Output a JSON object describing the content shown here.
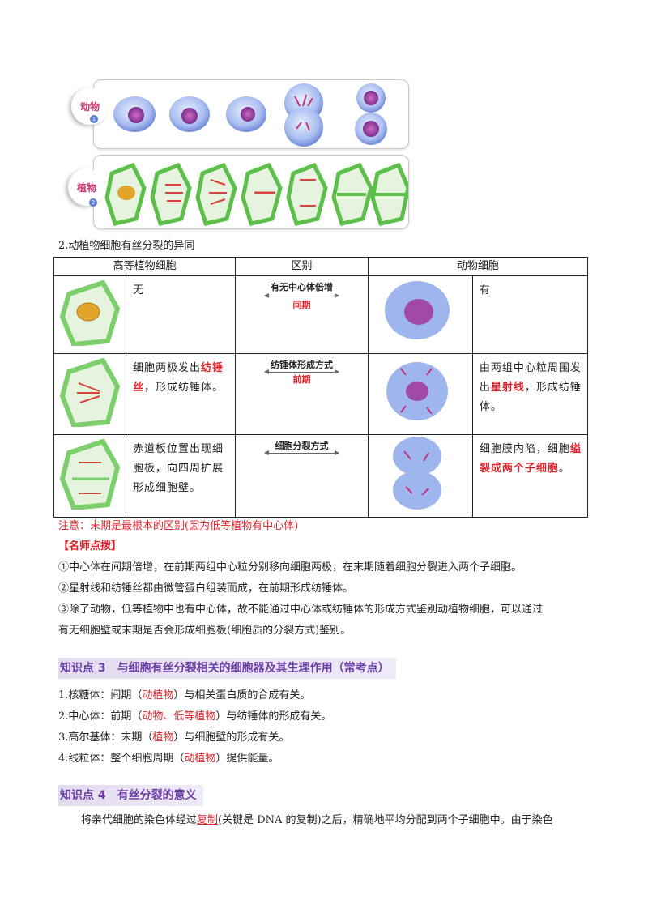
{
  "figure": {
    "animal_label": "动物",
    "animal_num": "1",
    "plant_label": "植物",
    "plant_num": "2"
  },
  "section2_title": "2.动植物细胞有丝分裂的异同",
  "table": {
    "headers": [
      "高等植物细胞",
      "区别",
      "动物细胞"
    ],
    "rows": [
      {
        "plant_text": "无",
        "diff_label": "有无中心体倍增",
        "diff_phase": "间期",
        "animal_text": "有"
      },
      {
        "plant_pre": "细胞两极发出",
        "plant_hl": "纺锤丝",
        "plant_post": "，形成纺锤体。",
        "diff_label": "纺锤体形成方式",
        "diff_phase": "前期",
        "animal_pre": "由两组中心粒周围发出",
        "animal_hl": "星射线",
        "animal_post": "，形成纺锤体。"
      },
      {
        "plant_text": "赤道板位置出现细胞板，向四周扩展形成细胞壁。",
        "diff_label": "细胞分裂方式",
        "diff_phase": "",
        "animal_pre": "细胞膜内陷，细胞",
        "animal_hl": "缢裂成两个子细胞",
        "animal_post": "。"
      }
    ]
  },
  "note": "注意：末期是最根本的区别(因为低等植物有中心体)",
  "tips": {
    "title": "【名师点拨】",
    "items": [
      "①中心体在间期倍增，在前期两组中心粒分别移向细胞两极，在末期随着细胞分裂进入两个子细胞。",
      "②星射线和纺锤丝都由微管蛋白组装而成，在前期形成纺锤体。",
      "③除了动物，低等植物中也有中心体，故不能通过中心体或纺锤体的形成方式鉴别动植物细胞，可以通过",
      "有无细胞壁或末期是否会形成细胞板(细胞质的分裂方式)鉴别。"
    ]
  },
  "kp3": {
    "title": "知识点 3　与细胞有丝分裂相关的细胞器及其生理作用（常考点）",
    "items": [
      {
        "pre": "1.核糖体：间期（",
        "hl": "动植物",
        "post": "）与相关蛋白质的合成有关。"
      },
      {
        "pre": "2.中心体：前期（",
        "hl": "动物、低等植物",
        "post": "）与纺锤体的形成有关。"
      },
      {
        "pre": "3.高尔基体：末期（",
        "hl": "植物",
        "post": "）与细胞壁的形成有关。"
      },
      {
        "pre": "4.线粒体：整个细胞周期（",
        "hl": "动植物",
        "post": "）提供能量。"
      }
    ]
  },
  "kp4": {
    "title": "知识点 4　有丝分裂的意义",
    "para_pre": "将亲代细胞的染色体经过",
    "para_hl": "复制",
    "para_post": "(关键是 DNA 的复制)之后，精确地平均分配到两个子细胞中。由于染色"
  },
  "colors": {
    "red": "#e0242b",
    "purple": "#6b3fa6",
    "cell_blue": "#8fa6e6",
    "cell_purple": "#a04aa6",
    "plant_green": "#7ccf6a"
  }
}
